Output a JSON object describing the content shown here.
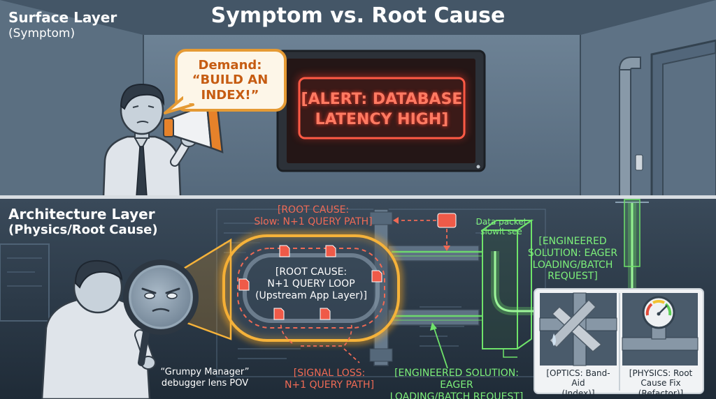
{
  "header": {
    "title": "Symptom  vs. Root Cause"
  },
  "surface_layer": {
    "heading": "Surface Layer",
    "subheading": "(Symptom)",
    "speech_bubble": "Demand:\n“BUILD AN\nINDEX!”",
    "alert": "[ALERT: DATABASE\nLATENCY HIGH]"
  },
  "architecture_layer": {
    "heading": "Architecture Layer",
    "subheading": "(Physics/Root Cause)",
    "root_cause_top": "[ROOT CAUSE:\nSlow: N+1 QUERY PATH]",
    "loop_label": "[ROOT CAUSE:\nN+1 QUERY LOOP\n(Upstream App Layer)]",
    "signal_loss": "[SIGNAL LOSS:\nN+1 QUERY PATH]",
    "data_packet": "Data packet\nslowlt see",
    "engineered_solution_right": "[ENGINEERED\nSOLUTION: EAGER\nLOADING/BATCH\nREQUEST]",
    "engineered_solution_bottom": "[ENGINEERED SOLUTION: EAGER\nLOADING/BATCH REQUEST]",
    "manager_caption": "“Grumpy Manager”\ndebugger lens POV",
    "inset_left": "[OPTICS: Band-Aid\n(Index)]",
    "inset_right": "[PHYSICS: Root\nCause Fix (Refactor)]"
  },
  "colors": {
    "alert_red": "#ff5a45",
    "loop_orange": "#f5a623",
    "solution_green": "#6fe36a",
    "bubble_orange": "#c65c12",
    "wall_top": "#5a6f82",
    "wall_bottom": "#2b3947"
  },
  "icons": [
    "megaphone-icon",
    "magnifier-lens-icon",
    "document-packet-icon",
    "pressure-gauge-icon",
    "duct-tape-icon"
  ]
}
